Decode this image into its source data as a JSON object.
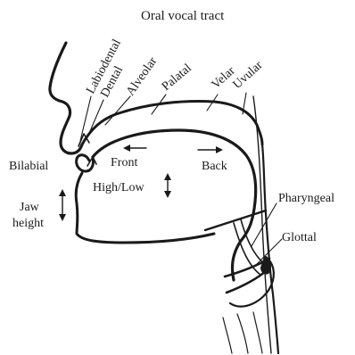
{
  "title": "Oral vocal tract",
  "labels": {
    "labiodental": "Labiodental",
    "dental": "Dental",
    "alveolar": "Alveolar",
    "palatal": "Palatal",
    "velar": "Velar",
    "uvular": "Uvular",
    "bilabial": "Bilabial",
    "front": "Front",
    "back": "Back",
    "high_low": "High/Low",
    "jaw": "Jaw",
    "height": "height",
    "pharyngeal": "Pharyngeal",
    "glottal": "Glottal"
  },
  "colors": {
    "ink": "#1a1a1a",
    "background": "#ffffff"
  }
}
